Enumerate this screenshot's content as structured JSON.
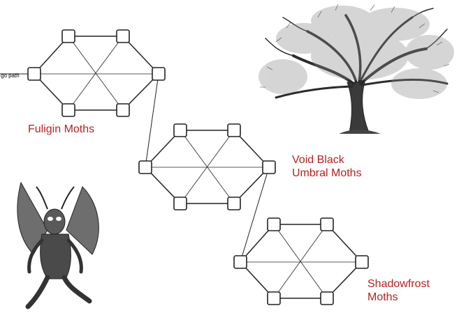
{
  "go_path_label": "go path",
  "colors": {
    "label": "#b22424",
    "stroke": "#222222",
    "node_fill": "#ffffff"
  },
  "graphs": [
    {
      "id": "fuligin",
      "label_lines": [
        "Fuligin Moths"
      ]
    },
    {
      "id": "void-black",
      "label_lines": [
        "Void Black",
        "Umbral Moths"
      ]
    },
    {
      "id": "shadowfrost",
      "label_lines": [
        "Shadowfrost",
        "Moths"
      ]
    }
  ],
  "illustrations": [
    {
      "name": "oak-tree-sketch"
    },
    {
      "name": "mothman-sketch"
    }
  ]
}
